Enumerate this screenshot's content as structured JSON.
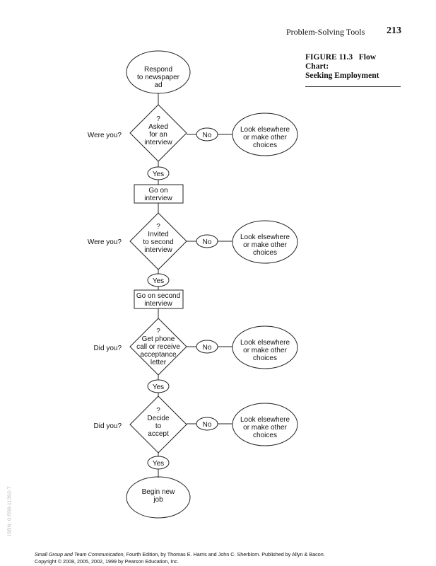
{
  "header": {
    "running_title": "Problem-Solving Tools",
    "page_number": "213"
  },
  "figure": {
    "label": "FIGURE 11.3",
    "title": "Flow Chart:",
    "subtitle": "Seeking Employment"
  },
  "flowchart": {
    "start": [
      "Respond",
      "to newspaper",
      "ad"
    ],
    "decisions": [
      {
        "prompt": "Were you?",
        "lines": [
          "?",
          "Asked",
          "for an",
          "interview"
        ]
      },
      {
        "prompt": "Were you?",
        "lines": [
          "?",
          "Invited",
          "to second",
          "interview"
        ]
      },
      {
        "prompt": "Did you?",
        "lines": [
          "?",
          "Get phone",
          "call or receive",
          "acceptance",
          "letter"
        ]
      },
      {
        "prompt": "Did you?",
        "lines": [
          "?",
          "Decide",
          "to",
          "accept"
        ]
      }
    ],
    "no_label": "No",
    "yes_label": "Yes",
    "alternative": [
      "Look elsewhere",
      "or make other",
      "choices"
    ],
    "actions": [
      [
        "Go on",
        "interview"
      ],
      [
        "Go on second",
        "interview"
      ]
    ],
    "end": [
      "Begin new",
      "job"
    ]
  },
  "side_note": "ISBN: 0-558-11392-7",
  "footer": {
    "book_title": "Small Group and Team Communication",
    "rest_line1": ", Fourth Edition, by Thomas E. Harris and John C. Sherblom. Published by Allyn & Bacon.",
    "line2": "Copyright © 2008, 2005, 2002, 1999 by Pearson Education, Inc."
  }
}
